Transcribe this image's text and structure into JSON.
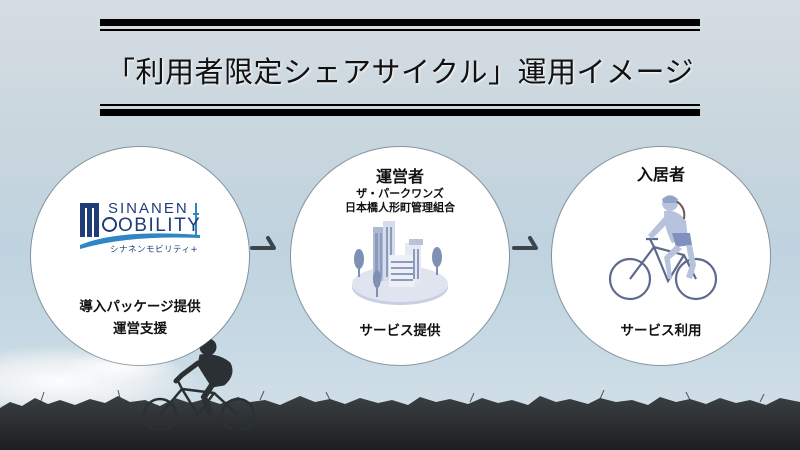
{
  "title": "「利用者限定シェアサイクル」運用イメージ",
  "colors": {
    "rule": "#000000",
    "logo_navy": "#1f3d78",
    "logo_blue": "#2f86c4",
    "arrow": "#3c464c",
    "illustration": "#8a9bbd"
  },
  "circles": [
    {
      "logo": {
        "line1": "SINANEN",
        "line2": "OBILITY",
        "first_letter": "M",
        "kana": "シナネンモビリティ+"
      },
      "lines": [
        "導入パッケージ提供",
        "運営支援"
      ]
    },
    {
      "heading": "運営者",
      "sub": [
        "ザ・パークワンズ",
        "日本橋人形町管理組合"
      ],
      "illustration": "buildings-icon",
      "caption": "サービス提供"
    },
    {
      "heading": "入居者",
      "illustration": "cyclist-icon",
      "caption": "サービス利用"
    }
  ],
  "arrows": [
    "arrow-right-icon",
    "arrow-right-icon"
  ]
}
